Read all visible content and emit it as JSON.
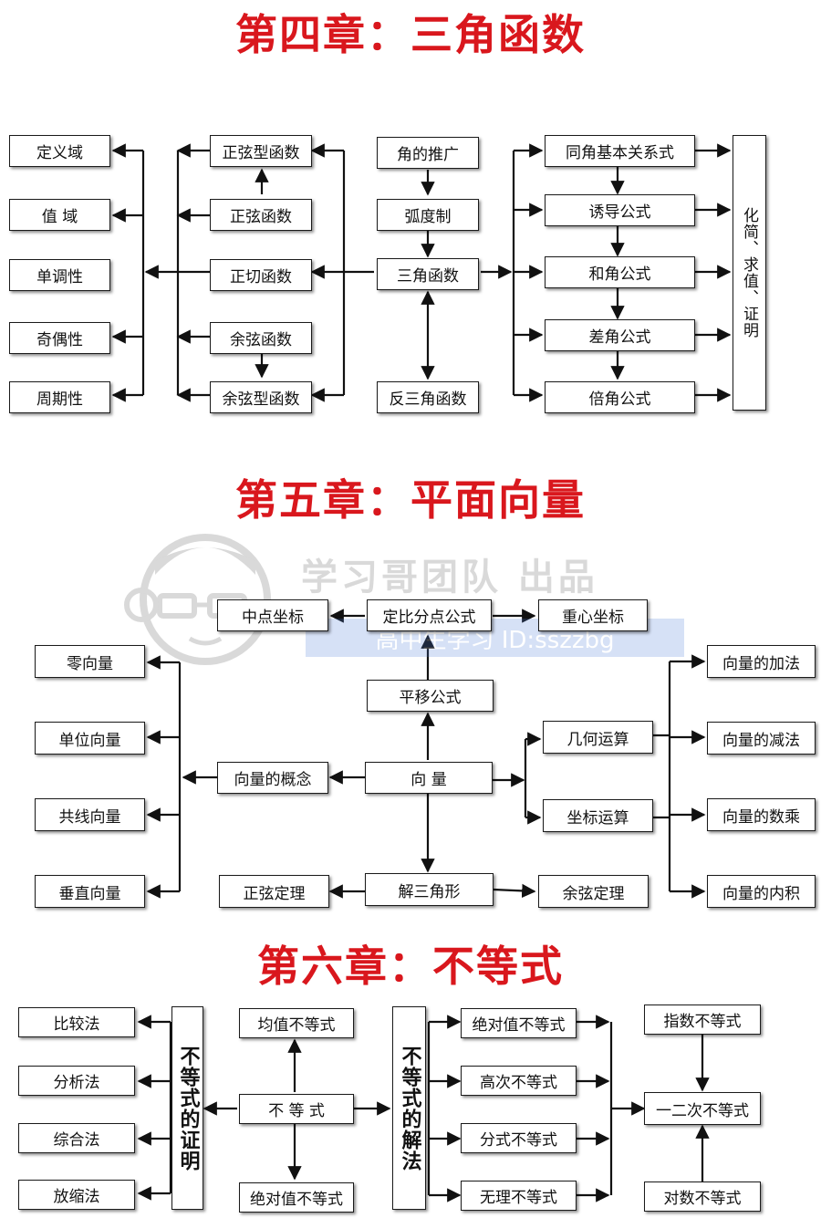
{
  "chapter4": {
    "title": "第四章：三角函数",
    "col1": [
      "定义域",
      "值    域",
      "单调性",
      "奇偶性",
      "周期性"
    ],
    "col2": [
      "正弦型函数",
      "正弦函数",
      "正切函数",
      "余弦函数",
      "余弦型函数"
    ],
    "col3": [
      "角的推广",
      "弧度制",
      "三角函数",
      "反三角函数"
    ],
    "col4": [
      "同角基本关系式",
      "诱导公式",
      "和角公式",
      "差角公式",
      "倍角公式"
    ],
    "right": "化简、求值、证明"
  },
  "chapter5": {
    "title": "第五章：平面向量",
    "top": [
      "中点坐标",
      "定比分点公式",
      "重心坐标"
    ],
    "translate": "平移公式",
    "left": [
      "零向量",
      "单位向量",
      "共线向量",
      "垂直向量"
    ],
    "concept": "向量的概念",
    "center": "向        量",
    "ops": [
      "几何运算",
      "坐标运算"
    ],
    "right": [
      "向量的加法",
      "向量的减法",
      "向量的数乘",
      "向量的内积"
    ],
    "bottom": [
      "正弦定理",
      "解三角形",
      "余弦定理"
    ]
  },
  "chapter6": {
    "title": "第六章：不等式",
    "methods": [
      "比较法",
      "分析法",
      "综合法",
      "放缩法"
    ],
    "proof": "不等式的证明",
    "center_top": "均值不等式",
    "center": "不  等  式",
    "center_bottom": "绝对值不等式",
    "solve": "不等式的解法",
    "types": [
      "绝对值不等式",
      "高次不等式",
      "分式不等式",
      "无理不等式"
    ],
    "right_top": "指数不等式",
    "right_mid": "一二次不等式",
    "right_bottom": "对数不等式"
  },
  "watermark": {
    "brand": "学习哥团队 出品",
    "id": "高中生学习 ID:sszzbg"
  }
}
